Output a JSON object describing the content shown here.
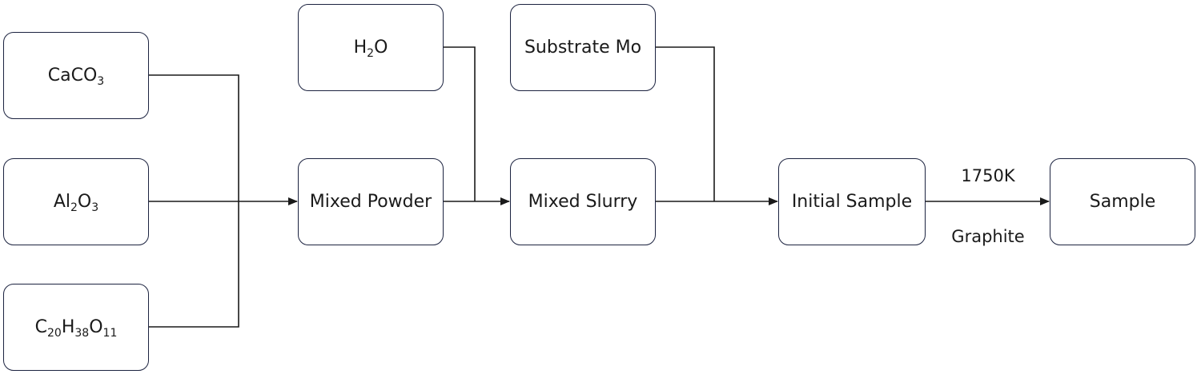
{
  "nodes": {
    "caco3": {
      "parts": [
        {
          "t": "CaCO"
        },
        {
          "t": "3",
          "sub": true
        }
      ]
    },
    "al2o3": {
      "parts": [
        {
          "t": "Al"
        },
        {
          "t": "2",
          "sub": true
        },
        {
          "t": "O"
        },
        {
          "t": "3",
          "sub": true
        }
      ]
    },
    "c20h38o11": {
      "parts": [
        {
          "t": "C"
        },
        {
          "t": "20",
          "sub": true
        },
        {
          "t": "H"
        },
        {
          "t": "38",
          "sub": true
        },
        {
          "t": "O"
        },
        {
          "t": "11",
          "sub": true
        }
      ]
    },
    "h2o": {
      "parts": [
        {
          "t": "H"
        },
        {
          "t": "2",
          "sub": true
        },
        {
          "t": "O"
        }
      ]
    },
    "mixed_powder": {
      "label": "Mixed Powder"
    },
    "substrate_mo": {
      "label": "Substrate Mo"
    },
    "mixed_slurry": {
      "label": "Mixed Slurry"
    },
    "initial_sample": {
      "label": "Initial Sample"
    },
    "sample": {
      "label": "Sample"
    }
  },
  "edge_labels": {
    "temperature": "1750K",
    "atmosphere": "Graphite"
  },
  "colors": {
    "line": "#1a1a1a",
    "box_border": "#1c2340",
    "background": "#ffffff"
  }
}
